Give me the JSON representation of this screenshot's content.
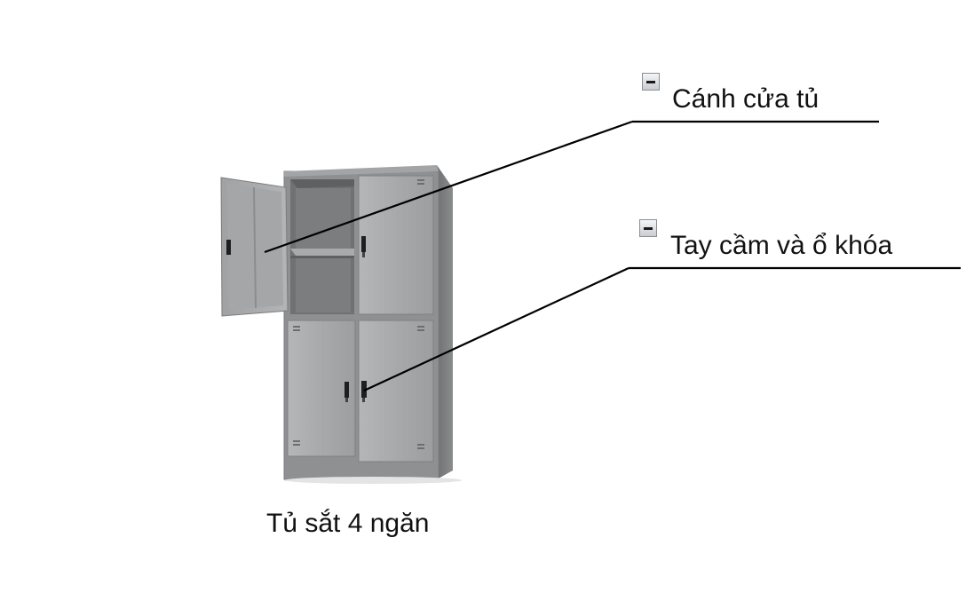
{
  "caption": "Tủ sắt 4 ngăn",
  "callouts": [
    {
      "text": "Cánh cửa tủ",
      "toggle_icon": "minus-box-icon"
    },
    {
      "text": "Tay cầm và ổ khóa",
      "toggle_icon": "minus-box-icon"
    }
  ],
  "colors": {
    "cabinet_body": "#9a9c9e",
    "cabinet_door": "#a9abad",
    "cabinet_interior": "#6f7173",
    "leader_line": "#000000",
    "text": "#111111"
  }
}
